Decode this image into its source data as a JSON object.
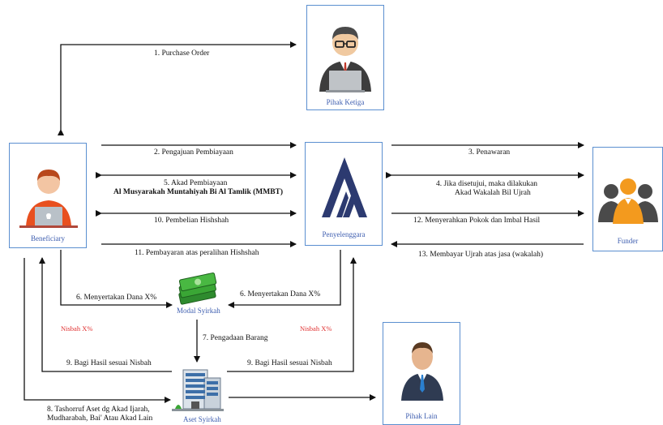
{
  "nodes": {
    "pihak_ketiga": "Pihak Ketiga",
    "beneficiary": "Beneficiary",
    "penyelenggara": "Penyelenggara",
    "funder": "Funder",
    "pihak_lain": "Pihak Lain",
    "modal_syirkah": "Modal Syirkah",
    "aset_syirkah": "Aset Syirkah"
  },
  "flows": {
    "f1": "1. Purchase Order",
    "f2": "2. Pengajuan Pembiayaan",
    "f3": "3. Penawaran",
    "f4a": "4. Jika disetujui, maka dilakukan",
    "f4b": "Akad Wakalah Bil Ujrah",
    "f5a": "5. Akad Pembiayaan",
    "f5b": "Al Musyarakah Muntahiyah Bi Al Tamlik (MMBT)",
    "f10": "10. Pembelian Hishshah",
    "f12": "12. Menyerahkan Pokok dan Imbal Hasil",
    "f11": "11. Pembayaran atas peralihan Hishshah",
    "f13": "13. Membayar Ujrah atas jasa (wakalah)",
    "f6l": "6. Menyertakan Dana X%",
    "f6r": "6. Menyertakan Dana X%",
    "nisbah_l": "Nisbah X%",
    "nisbah_r": "Nisbah X%",
    "f7": "7. Pengadaan Barang",
    "f9l": "9. Bagi Hasil sesuai Nisbah",
    "f9r": "9. Bagi Hasil sesuai Nisbah",
    "f8a": "8. Tashorruf Aset dg Akad Ijarah,",
    "f8b": "Mudharabah, Bai' Atau Akad Lain"
  },
  "colors": {
    "box_border": "#5b8fd0",
    "label_blue": "#3f5fb0",
    "nisbah_red": "#e03030",
    "funder_orange": "#f39a1e",
    "logo_navy": "#2c3a70",
    "money_green": "#3aa635"
  }
}
